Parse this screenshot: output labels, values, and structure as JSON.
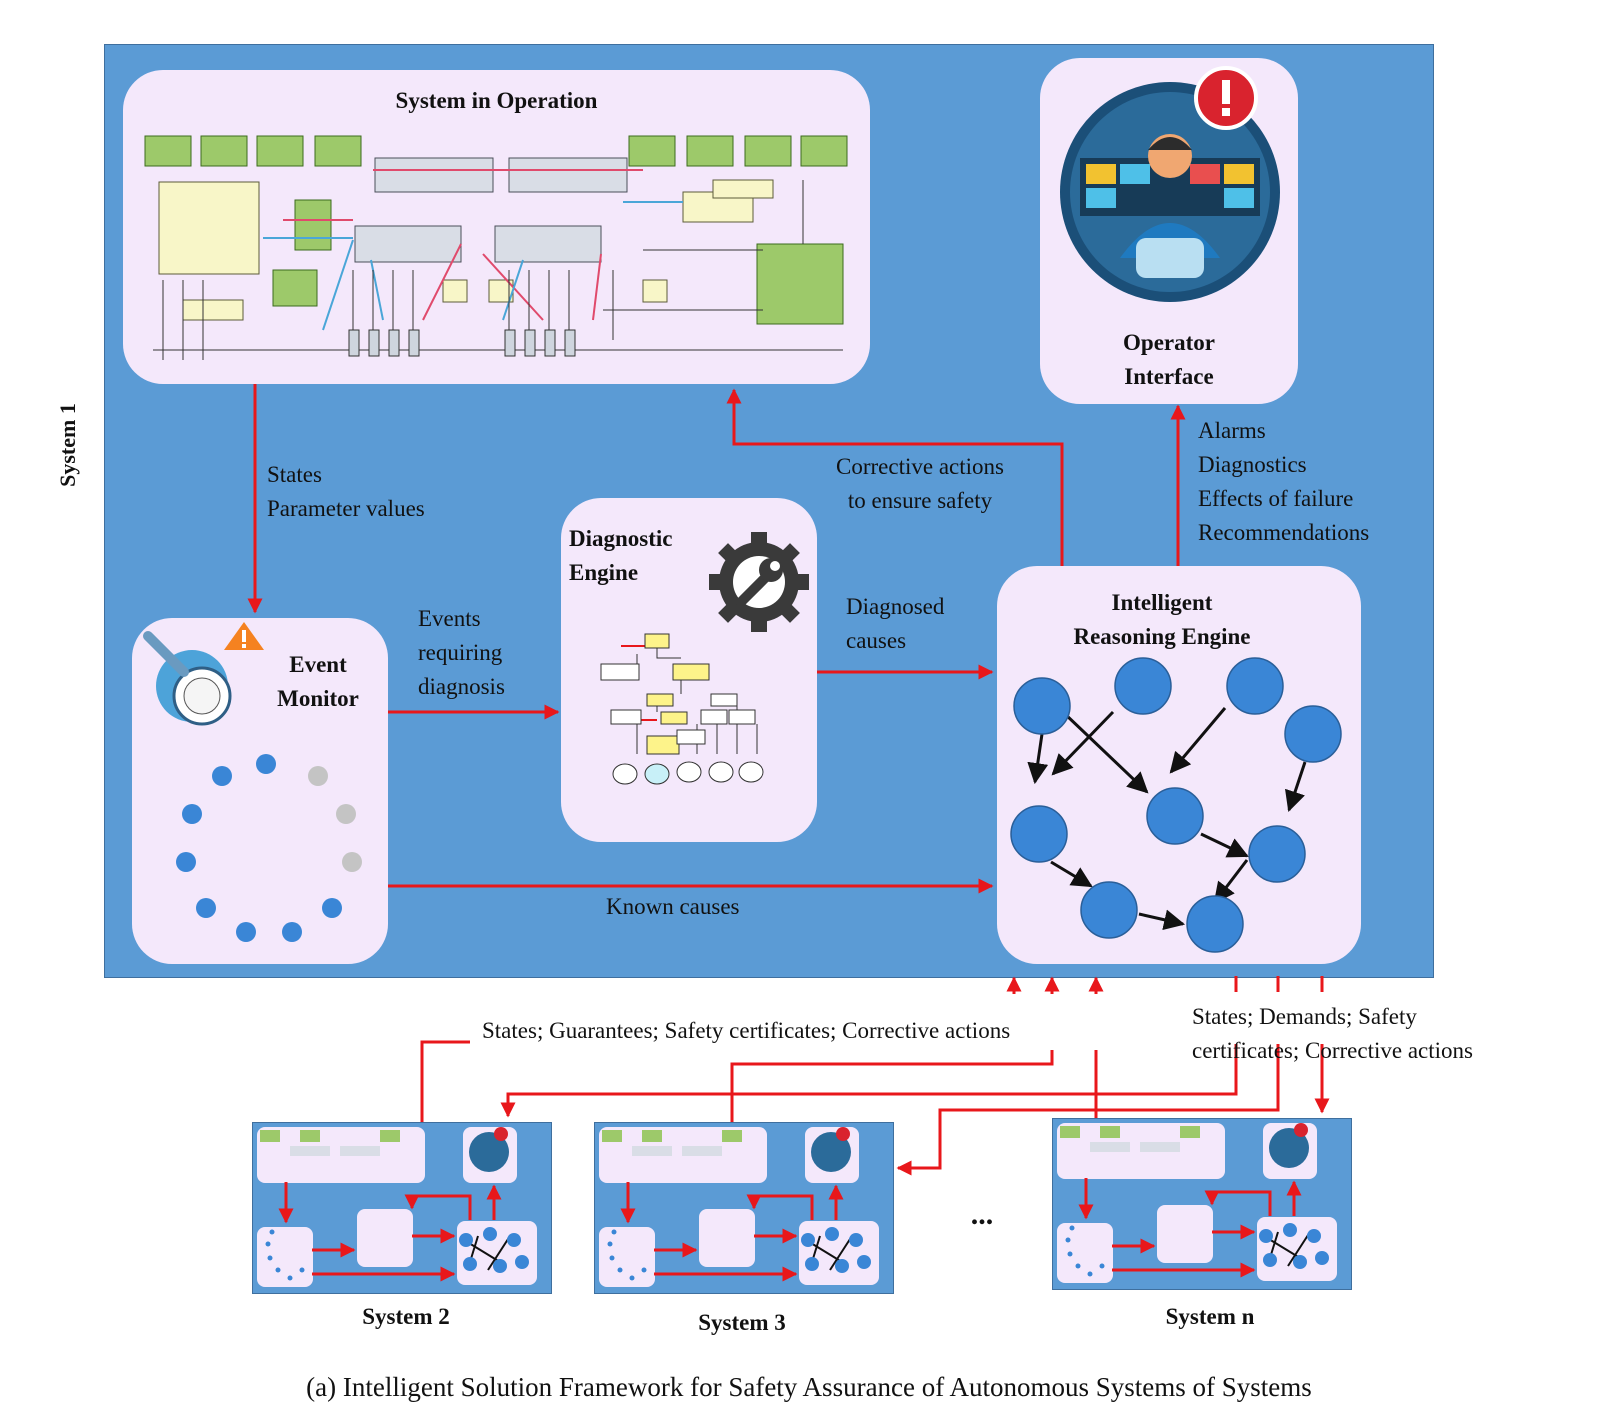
{
  "system1_label": "System 1",
  "nodes": {
    "system_in_operation": "System in Operation",
    "operator_interface": "Operator\nInterface",
    "diagnostic_engine": "Diagnostic\nEngine",
    "event_monitor": "Event\nMonitor",
    "reasoning_engine": "Intelligent\nReasoning Engine"
  },
  "edge_labels": {
    "states_params": "States\nParameter  values",
    "events_diag": "Events\nrequiring\ndiagnosis",
    "diagnosed_causes": "Diagnosed\ncauses",
    "corrective": "Corrective actions\nto ensure safety",
    "alarms": "Alarms\nDiagnostics\nEffects of failure\nRecommendations",
    "known_causes": "Known causes",
    "states_guarantees": "States; Guarantees; Safety certificates; Corrective  actions",
    "states_demands": "States; Demands; Safety\ncertificates; Corrective  actions"
  },
  "systems": [
    "System 2",
    "System 3",
    "System n"
  ],
  "ellipsis": "...",
  "caption": "(a) Intelligent Solution Framework for Safety Assurance of Autonomous Systems of Systems",
  "colors": {
    "panel": "#5b9bd5",
    "box": "#f4e8fb",
    "arrow": "#e8171b",
    "node": "#3a86d6",
    "warning": "#f58220",
    "alert": "#d9232e"
  }
}
